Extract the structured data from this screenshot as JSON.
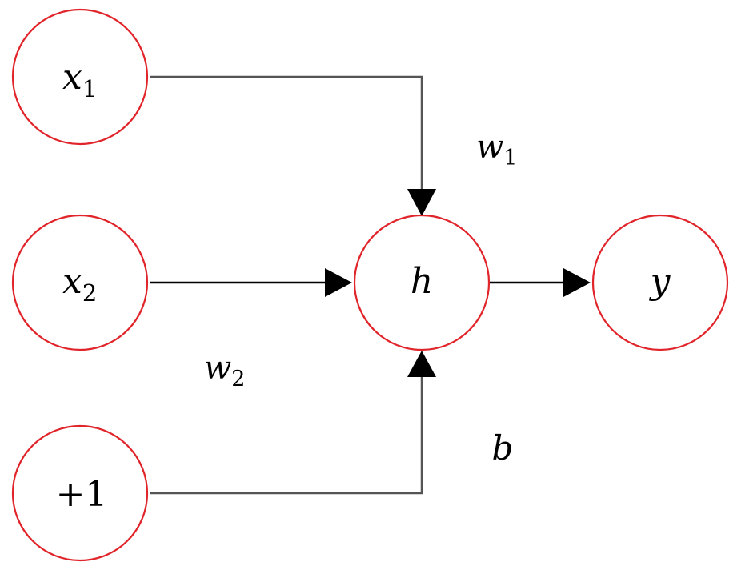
{
  "diagram": {
    "nodes": {
      "x1": {
        "main": "x",
        "sub": "1"
      },
      "x2": {
        "main": "x",
        "sub": "2"
      },
      "bias": {
        "label": "+1"
      },
      "hidden": {
        "label": "h"
      },
      "output": {
        "label": "y"
      }
    },
    "edges": {
      "w1": {
        "main": "w",
        "sub": "1"
      },
      "w2": {
        "main": "w",
        "sub": "2"
      },
      "b": {
        "label": "b"
      }
    },
    "colors": {
      "node_stroke": "#e0242a",
      "edge": "#000000",
      "edge_gray": "#555555"
    }
  }
}
